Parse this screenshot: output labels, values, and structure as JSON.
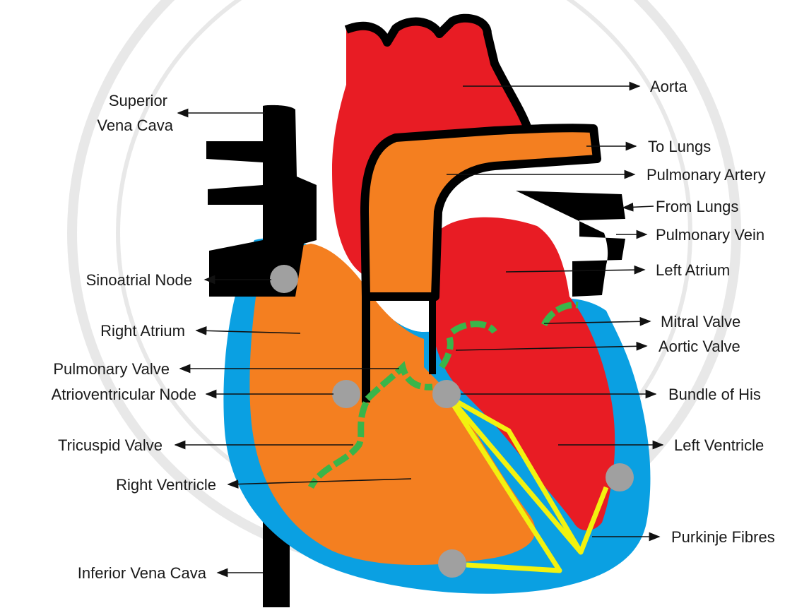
{
  "diagram": {
    "labels": {
      "aorta": "Aorta",
      "superior_vena_cava": [
        "Superior",
        "Vena Cava"
      ],
      "to_lungs": "To Lungs",
      "pulmonary_artery": "Pulmonary Artery",
      "from_lungs": "From Lungs",
      "pulmonary_vein": "Pulmonary Vein",
      "left_atrium": "Left Atrium",
      "sinoatrial_node": "Sinoatrial Node",
      "right_atrium": "Right Atrium",
      "mitral_valve": "Mitral Valve",
      "aortic_valve": "Aortic Valve",
      "pulmonary_valve": "Pulmonary Valve",
      "atrioventricular_node": "Atrioventricular Node",
      "bundle_of_his": "Bundle of His",
      "tricuspid_valve": "Tricuspid Valve",
      "left_ventricle": "Left Ventricle",
      "right_ventricle": "Right Ventricle",
      "purkinje_fibres": "Purkinje Fibres",
      "inferior_vena_cava": "Inferior Vena Cava"
    },
    "colors": {
      "oxygenated": "#e81c24",
      "deoxygenated": "#f47f20",
      "vessel": "#000000",
      "myocardium": "#0aa0e2",
      "valve": "#39b54a",
      "conduction": "#f2f20f",
      "node": "#a0a0a0"
    }
  }
}
